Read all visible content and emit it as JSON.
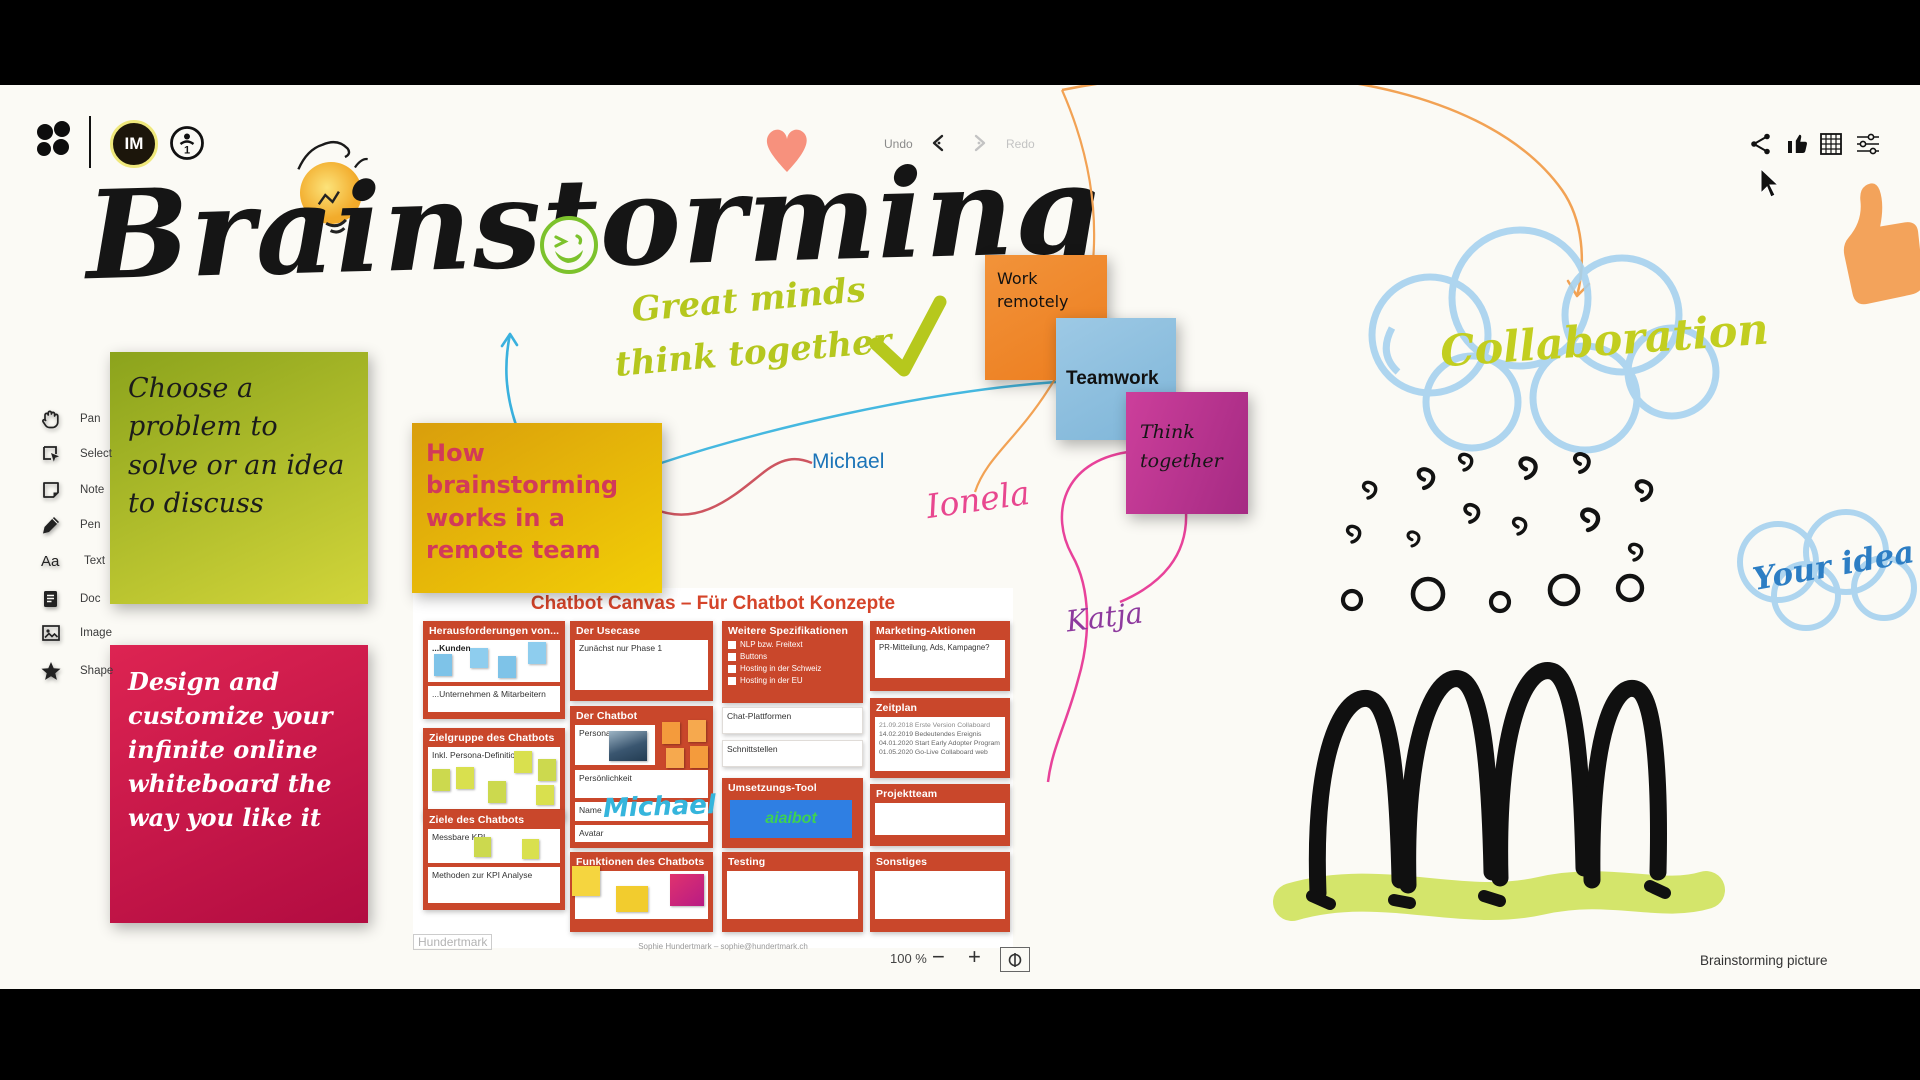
{
  "colors": {
    "accent_green": "#b5c71e",
    "sticky_green_a": "#8ba31c",
    "sticky_green_b": "#d8d83e",
    "sticky_red_a": "#dc2150",
    "sticky_red_b": "#b00c40",
    "sticky_yellow_a": "#d99e0c",
    "sticky_yellow_b": "#f2ce06",
    "sticky_orange": "#f08a2e",
    "sticky_blue": "#93c6e3",
    "sticky_magenta": "#bf3392",
    "doc_red": "#c9472b",
    "doc_title_red": "#d5442a",
    "name_blue": "#1b74b8",
    "name_pink": "#e8478f",
    "name_purple": "#8e3a9e",
    "cloud_blue": "#a6d2ef",
    "idea_blue": "#2d7ec4",
    "drawing_orange": "#f2a254",
    "heart_salmon": "#f7917d",
    "aiaibot_blue": "#2f7fe3",
    "aiaibot_green": "#3ed153"
  },
  "topbar": {
    "avatar_initials": "IM",
    "participant_count": "1",
    "undo_label": "Undo",
    "redo_label": "Redo",
    "icons": [
      "app-logo",
      "share-icon",
      "like-icon",
      "grid-icon",
      "settings-icon"
    ]
  },
  "tools": {
    "items": [
      {
        "icon": "pan-icon",
        "label": "Pan"
      },
      {
        "icon": "select-icon",
        "label": "Select"
      },
      {
        "icon": "note-icon",
        "label": "Note"
      },
      {
        "icon": "pen-icon",
        "label": "Pen"
      },
      {
        "icon": "text-icon",
        "label": "Text"
      },
      {
        "icon": "doc-icon",
        "label": "Doc"
      },
      {
        "icon": "image-icon",
        "label": "Image"
      },
      {
        "icon": "shape-icon",
        "label": "Shape"
      }
    ]
  },
  "board": {
    "title": "Brainstorming",
    "subtitle_line1": "Great minds",
    "subtitle_line2": "think together",
    "collaboration": "Collaboration",
    "your_idea": "Your idea",
    "names": {
      "michael": "Michael",
      "ionela": "Ionela",
      "katja": "Katja"
    },
    "stickies": {
      "choose": "Choose a problem to solve or an idea to discuss",
      "design": "Design and customize your infinite online whiteboard the way you like it",
      "how": "How brainstorming works in a remote team",
      "work_remotely": "Work remotely",
      "teamwork": "Teamwork",
      "think_together": "Think together"
    }
  },
  "chatbot_canvas": {
    "title": "Chatbot Canvas – Für Chatbot Konzepte",
    "herausforderungen": {
      "title": "Herausforderungen von...",
      "kunden": "...Kunden",
      "unternehmen": "...Unternehmen & Mitarbeitern"
    },
    "zielgruppe": {
      "title": "Zielgruppe des Chatbots",
      "inkl": "Inkl. Persona-Definition"
    },
    "ziele": {
      "title": "Ziele des Chatbots",
      "kpi": "Messbare KPI",
      "methoden": "Methoden zur KPI Analyse"
    },
    "usecase": {
      "title": "Der Usecase",
      "value": "Zunächst nur Phase 1"
    },
    "chatbot": {
      "title": "Der Chatbot",
      "persona": "Persona",
      "persoenlichkeit": "Persönlichkeit",
      "name_label": "Name",
      "name_value": "Michael",
      "avatar": "Avatar"
    },
    "funktionen": {
      "title": "Funktionen des Chatbots"
    },
    "spez": {
      "title": "Weitere Spezifikationen",
      "options": [
        "NLP bzw. Freitext",
        "Buttons",
        "Hosting in der Schweiz",
        "Hosting in der EU"
      ],
      "chat_plattformen": "Chat-Plattformen",
      "schnittstellen": "Schnittstellen"
    },
    "umsetzung": {
      "title": "Umsetzungs-Tool",
      "tool": "aiaibot"
    },
    "testing": {
      "title": "Testing"
    },
    "marketing": {
      "title": "Marketing-Aktionen",
      "value": "PR-Mitteilung, Ads, Kampagne?"
    },
    "zeitplan": {
      "title": "Zeitplan",
      "entries": [
        "21.09.2018 Erste Version Collaboard",
        "14.02.2019 Bedeutendes Ereignis",
        "04.01.2020 Start Early Adopter Program",
        "01.05.2020 Go-Live Collaboard web"
      ]
    },
    "projektteam": {
      "title": "Projektteam"
    },
    "sonstiges": {
      "title": "Sonstiges"
    },
    "footer_logo": "Hundertmark",
    "footer_contact": "Sophie Hundertmark – sophie@hundertmark.ch"
  },
  "statusbar": {
    "zoom_level": "100 %",
    "zoom_out": "−",
    "zoom_in": "+",
    "board_label": "Brainstorming picture"
  }
}
